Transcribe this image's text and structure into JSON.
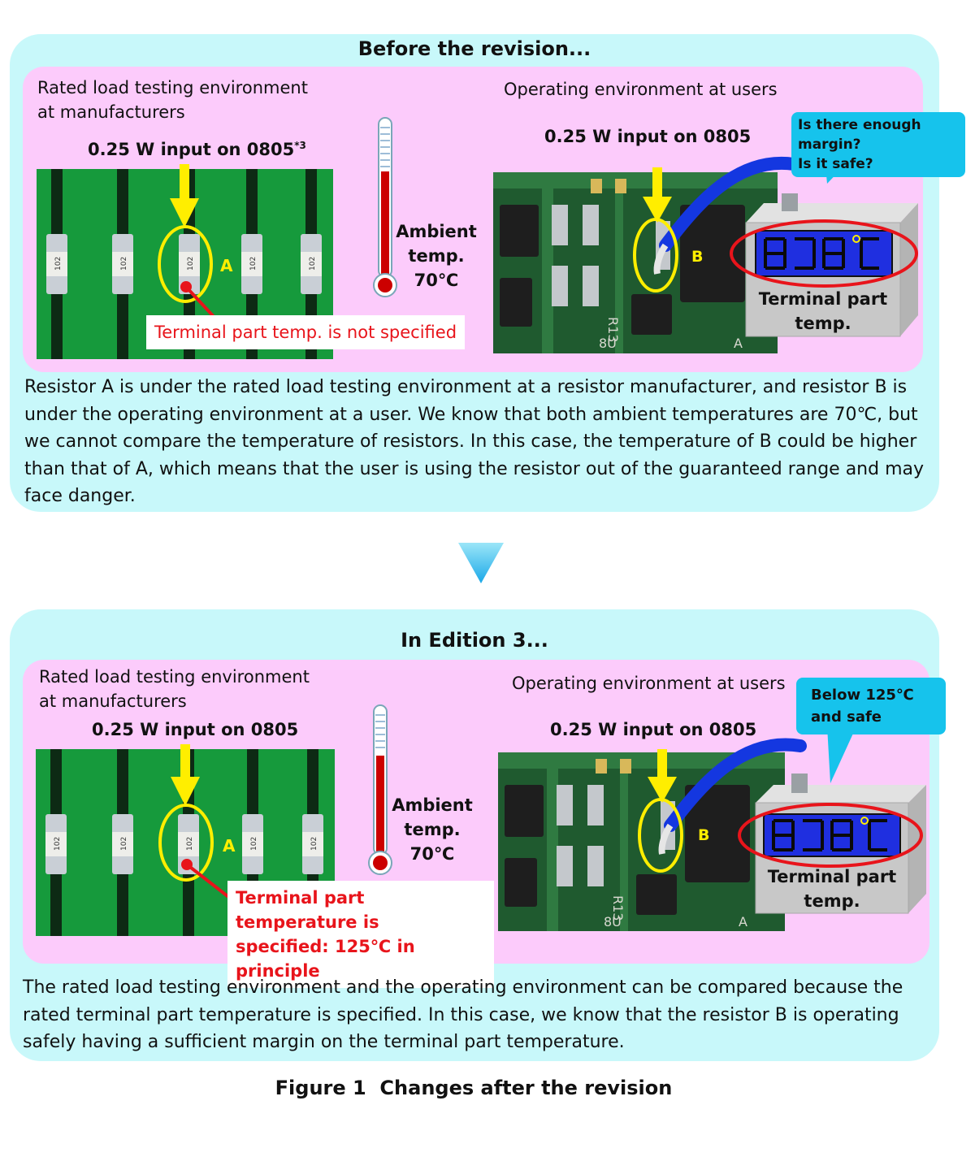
{
  "before": {
    "title": "Before the revision...",
    "manufacturer_label_1": "Rated load testing environment",
    "manufacturer_label_2": "at manufacturers",
    "manufacturer_input": "0.25 W input on 0805",
    "manufacturer_input_sup": "*3",
    "resistor_a": "A",
    "resistor_marking": "102",
    "callout": "Terminal part temp. is not specified",
    "ambient_1": "Ambient",
    "ambient_2": "temp.",
    "ambient_3": "70℃",
    "user_label": "Operating environment at users",
    "user_input": "0.25 W input on 0805",
    "resistor_b": "B",
    "bubble_1": "Is there enough margin?",
    "bubble_2": "Is it safe?",
    "meter_1": "Terminal part",
    "meter_2": "temp.",
    "desc": "Resistor A is under the rated load testing environment at a resistor manufacturer, and resistor B is under the operating environment at a user. We know that both ambient temperatures are 70℃, but we cannot compare the temperature of resistors. In this case, the temperature of B could be higher than that of A, which means that the user is using the resistor out of the guaranteed range and may face danger."
  },
  "after": {
    "title": "In Edition 3...",
    "manufacturer_label_1": "Rated load testing environment",
    "manufacturer_label_2": "at manufacturers",
    "manufacturer_input": "0.25 W input on 0805",
    "resistor_a": "A",
    "resistor_marking": "102",
    "callout_1": "Terminal part temperature is",
    "callout_2": "specified: 125℃ in principle",
    "ambient_1": "Ambient",
    "ambient_2": "temp.",
    "ambient_3": "70℃",
    "user_label": "Operating environment at users",
    "user_input": "0.25 W input on 0805",
    "resistor_b": "B",
    "bubble_1": "Below 125℃",
    "bubble_2": "and safe",
    "meter_1": "Terminal part",
    "meter_2": "temp.",
    "desc": "The rated load testing environment and the operating environment can be compared because the rated terminal part temperature is specified. In this case, we know that the resistor B is operating safely having a sufficient margin on the terminal part temperature."
  },
  "caption": "Figure 1  Changes after the revision",
  "colors": {
    "outer_panel": "#c8f8fa",
    "inner_panel": "#fccbfb",
    "arrow": "#1aa8e8",
    "highlight": "#ffee00",
    "callout_text": "#e8141b",
    "bubble": "#16c3ec",
    "pcb_green": "#169a3c",
    "display_blue": "#1f2fe0"
  }
}
